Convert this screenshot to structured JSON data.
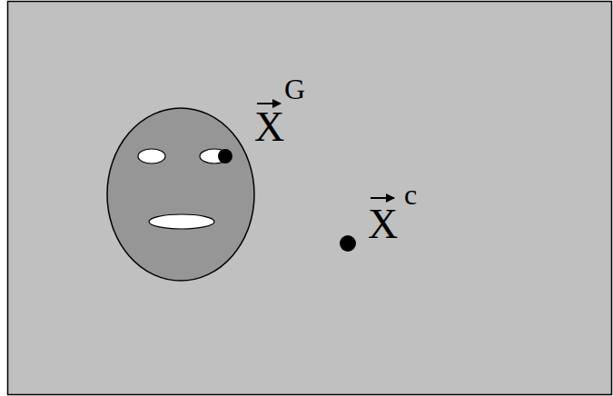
{
  "diagram": {
    "labels": [
      "X",
      "G",
      "X",
      "c"
    ]
  }
}
